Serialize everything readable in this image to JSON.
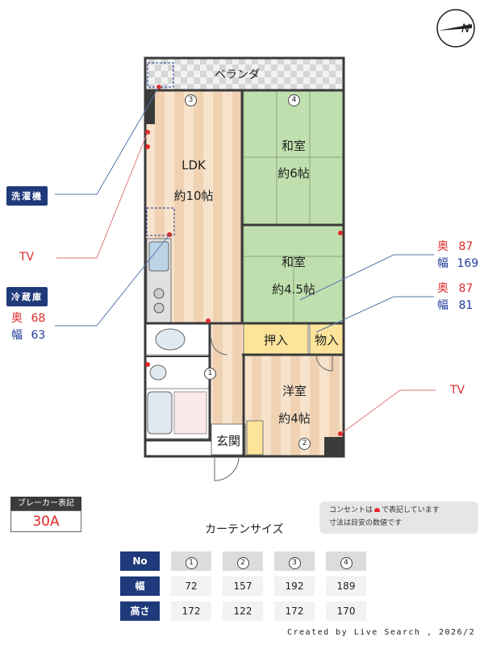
{
  "rooms": {
    "veranda": "ベランダ",
    "ldk": "LDK",
    "ldk_size": "約10帖",
    "washitsu1": "和室",
    "washitsu1_size": "約6帖",
    "washitsu2": "和室",
    "washitsu2_size": "約4.5帖",
    "oshiire": "押入",
    "monoire": "物入",
    "yoshitsu": "洋室",
    "yoshitsu_size": "約4帖",
    "genkan": "玄関"
  },
  "window_markers": [
    "1",
    "2",
    "3",
    "4"
  ],
  "callouts": {
    "washer": "洗濯機",
    "tv_left": "TV",
    "fridge": "冷蔵庫",
    "fridge_depth_label": "奥",
    "fridge_depth": "68",
    "fridge_width_label": "幅",
    "fridge_width": "63",
    "oshiire_depth_label": "奥",
    "oshiire_depth": "87",
    "oshiire_width_label": "幅",
    "oshiire_width": "169",
    "monoire_depth_label": "奥",
    "monoire_depth": "87",
    "monoire_width_label": "幅",
    "monoire_width": "81",
    "tv_right": "TV"
  },
  "breaker": {
    "title": "ブレーカー表記",
    "value": "30A"
  },
  "note": {
    "line1_pre": "コンセントは",
    "line1_post": "で表記しています",
    "line2": "寸法は目安の数値です"
  },
  "curtain": {
    "title": "カーテンサイズ",
    "header_label": "No",
    "width_label": "幅",
    "height_label": "高さ",
    "numbers": [
      "1",
      "2",
      "3",
      "4"
    ],
    "widths": [
      "72",
      "157",
      "192",
      "189"
    ],
    "heights": [
      "172",
      "122",
      "172",
      "170"
    ]
  },
  "footer": "Created by Live Search , 2026/2",
  "colors": {
    "wall": "#3a3a3a",
    "wood": "#f4dcc1",
    "tatami": "#bfe0ae",
    "storage": "#fde49a",
    "tag": "#1f3a7a",
    "outlet": "#e0292b"
  }
}
